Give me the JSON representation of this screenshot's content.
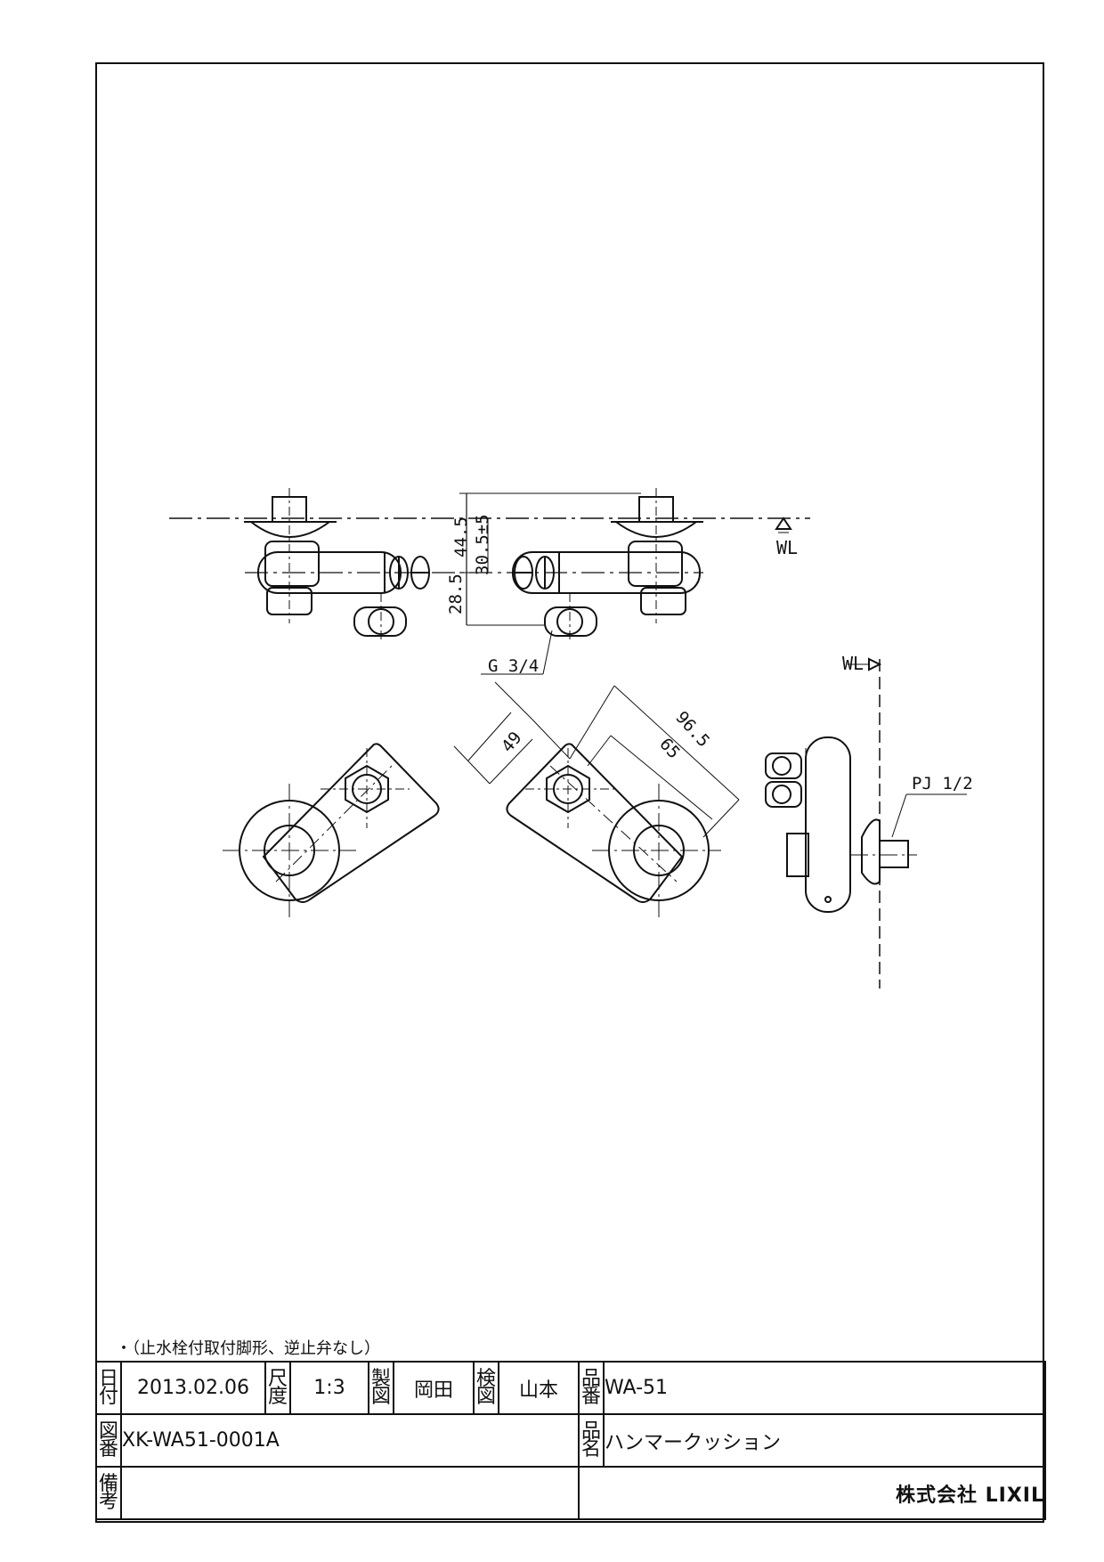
{
  "drawing": {
    "dimensions": {
      "d_44_5": "44.5",
      "d_30_5": "30.5±5",
      "d_28_5": "28.5",
      "d_49": "49",
      "d_96_5": "96.5",
      "d_65": "65"
    },
    "labels": {
      "wl_top": "WL",
      "wl_side": "WL",
      "thread_g": "G 3/4",
      "thread_pj": "PJ 1/2"
    }
  },
  "note": "・（止水栓付取付脚形、逆止弁なし）",
  "title_block": {
    "date_label": [
      "日",
      "付"
    ],
    "date": "2013.02.06",
    "scale_label": [
      "尺",
      "度"
    ],
    "scale": "1:3",
    "drawn_label": [
      "製",
      "図"
    ],
    "drawn_by": "岡田",
    "checked_label": [
      "検",
      "図"
    ],
    "checked_by": "山本",
    "part_no_label": [
      "品",
      "番"
    ],
    "part_no": "WA-51",
    "drawing_no_label": [
      "図",
      "番"
    ],
    "drawing_no": "XK-WA51-0001A",
    "part_name_label": [
      "品",
      "名"
    ],
    "part_name": "ハンマークッション",
    "remarks_label": [
      "備",
      "考"
    ],
    "remarks": "",
    "company": "株式会社 LIXIL"
  }
}
